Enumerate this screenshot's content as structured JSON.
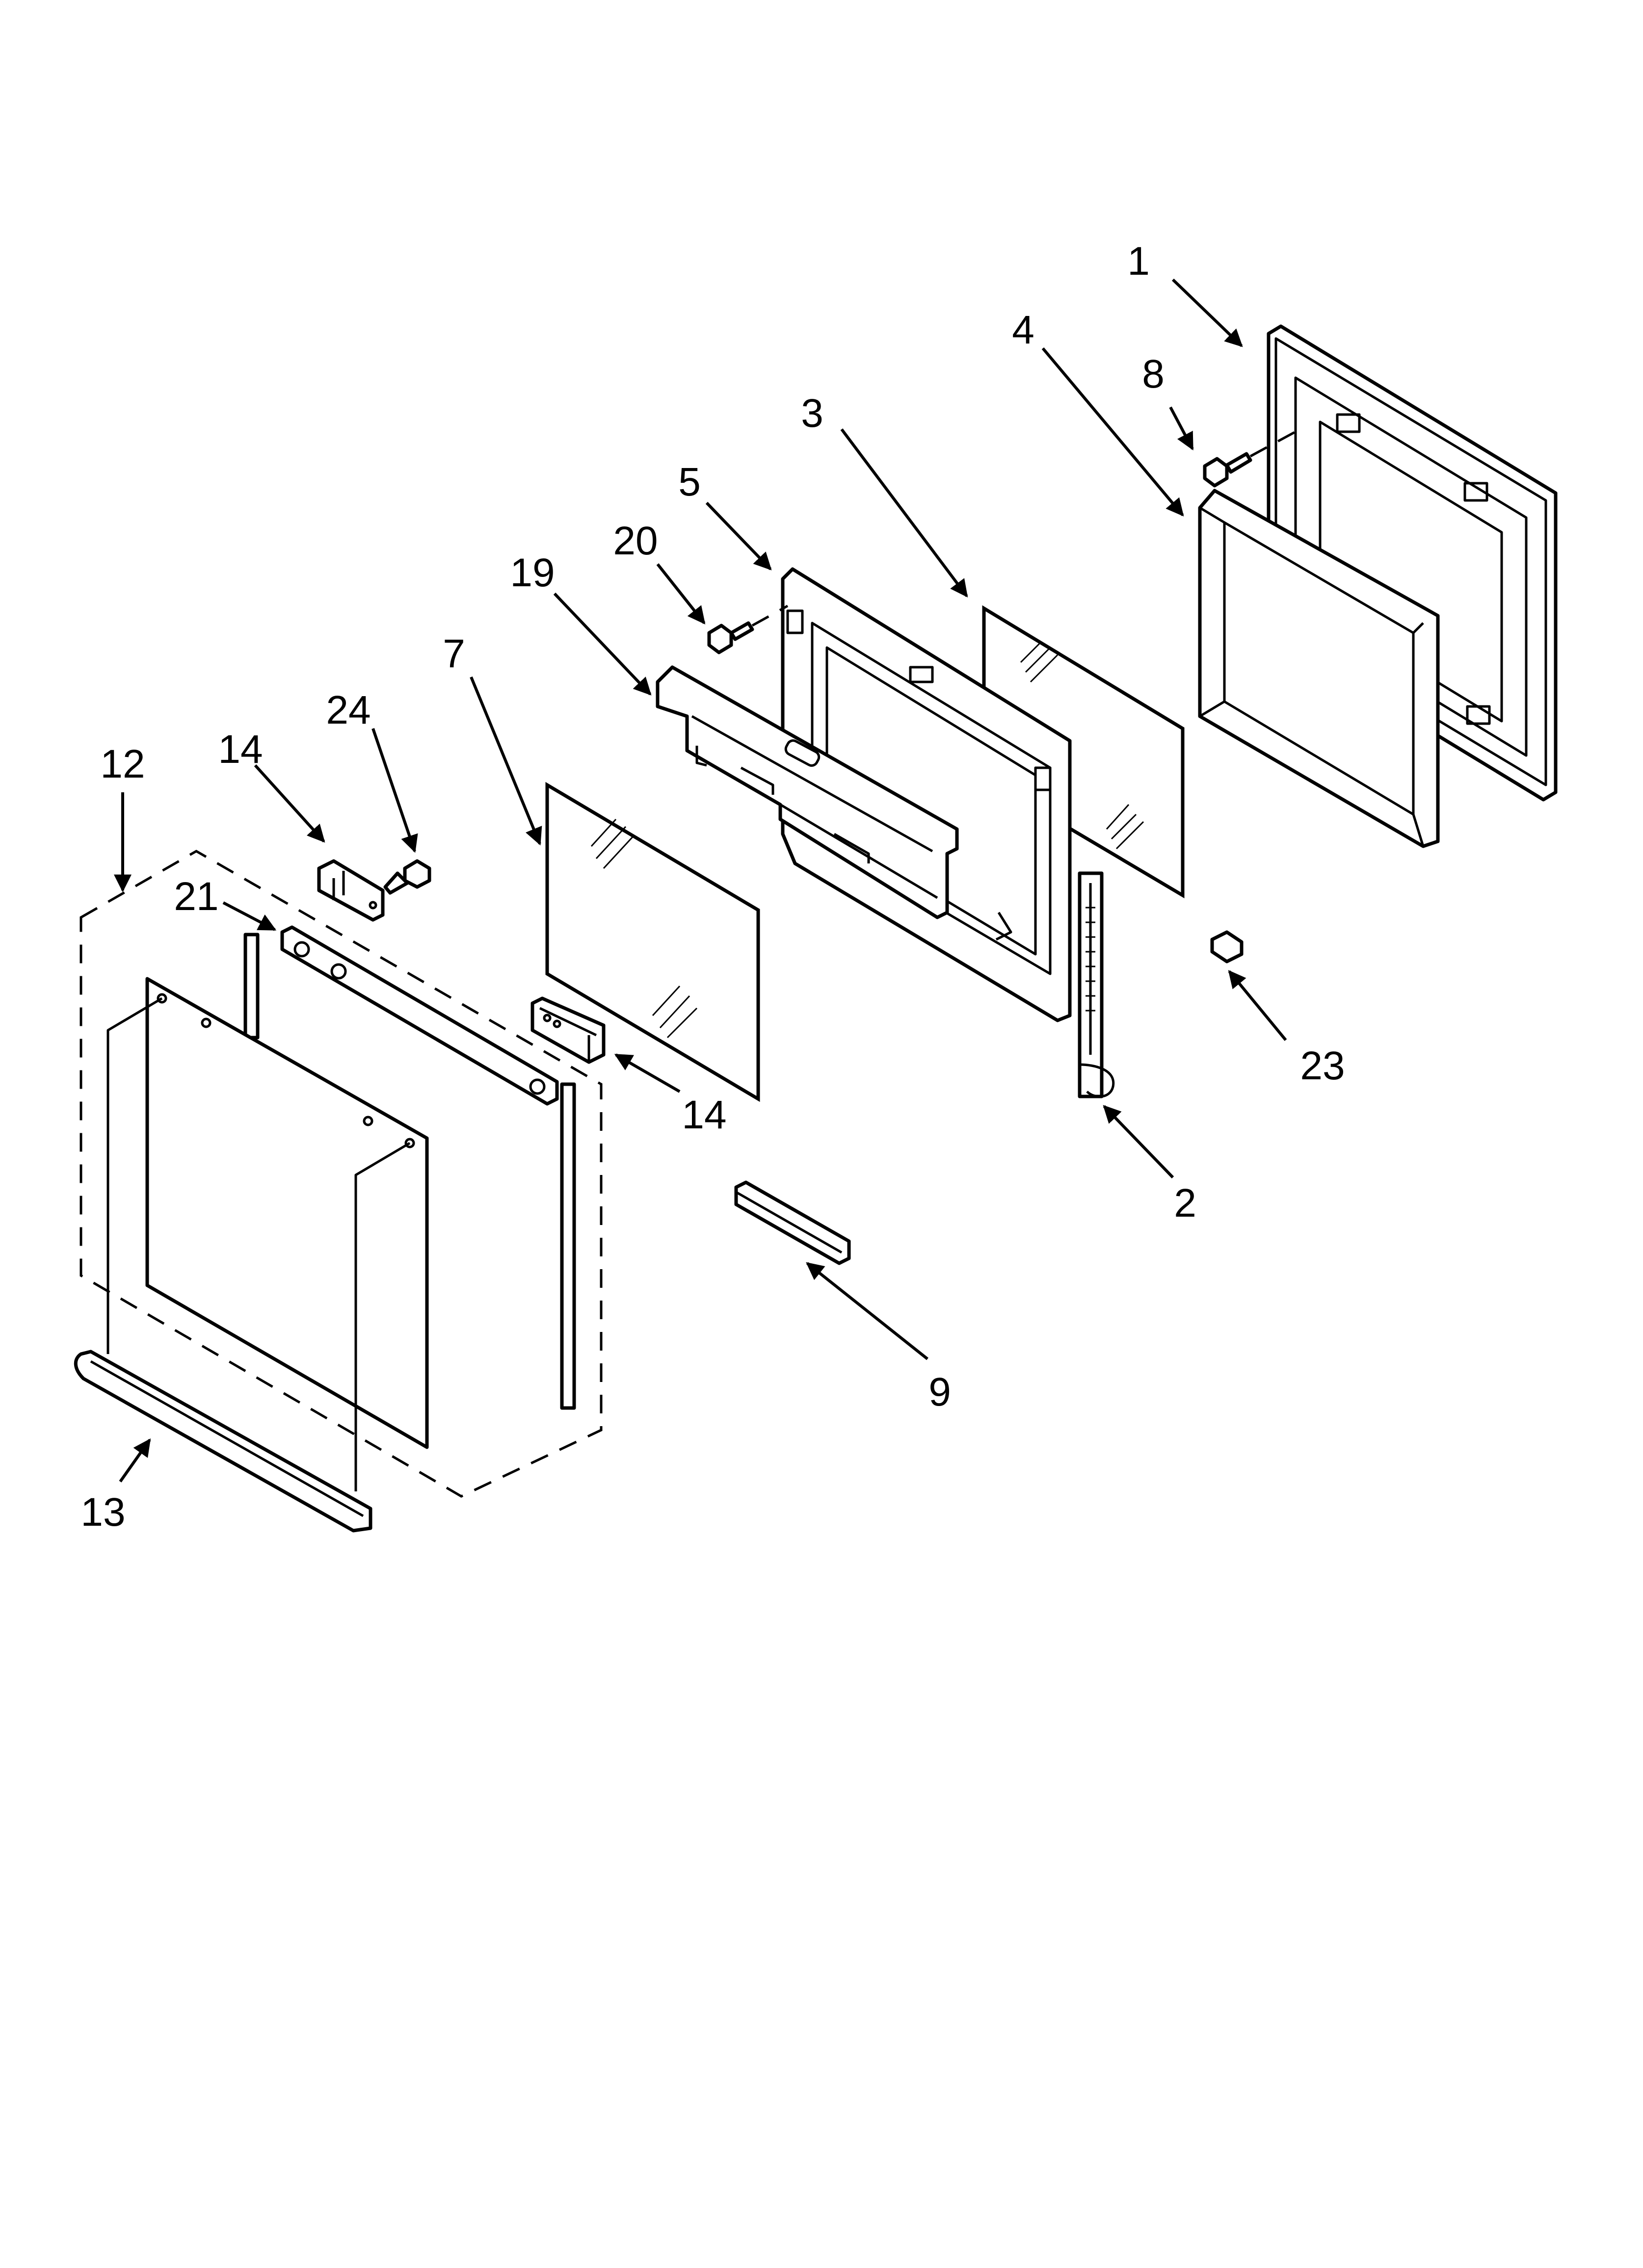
{
  "callouts": [
    {
      "id": "c1",
      "label": "1"
    },
    {
      "id": "c4",
      "label": "4"
    },
    {
      "id": "c8",
      "label": "8"
    },
    {
      "id": "c3",
      "label": "3"
    },
    {
      "id": "c5",
      "label": "5"
    },
    {
      "id": "c20",
      "label": "20"
    },
    {
      "id": "c19",
      "label": "19"
    },
    {
      "id": "c7",
      "label": "7"
    },
    {
      "id": "c12",
      "label": "12"
    },
    {
      "id": "c14a",
      "label": "14"
    },
    {
      "id": "c24",
      "label": "24"
    },
    {
      "id": "c21",
      "label": "21"
    },
    {
      "id": "c14b",
      "label": "14"
    },
    {
      "id": "c2",
      "label": "2"
    },
    {
      "id": "c23",
      "label": "23"
    },
    {
      "id": "c9",
      "label": "9"
    },
    {
      "id": "c13",
      "label": "13"
    }
  ]
}
